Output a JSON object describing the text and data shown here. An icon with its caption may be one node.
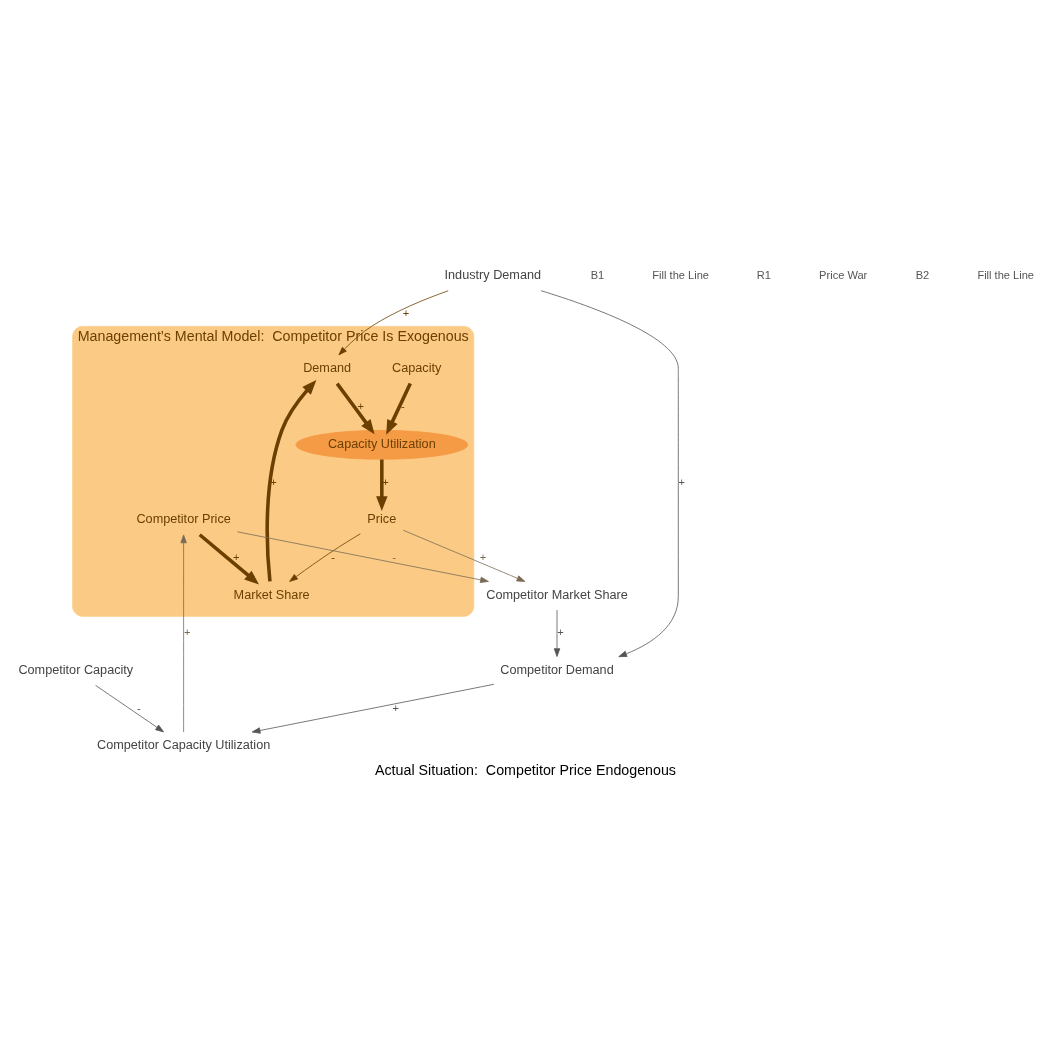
{
  "diagram": {
    "caption": "Actual Situation:  Competitor Price Endogenous",
    "nodes": [
      {
        "text": [
          "Management’s Mental Model:  Competitor Price Is Exogenous"
        ]
      },
      {
        "text": [
          "Demand"
        ],
        "in": 0
      },
      {
        "text": [
          "Capacity"
        ],
        "in": 0
      },
      {
        "text": [
          "Capacity Utilization"
        ],
        "in": 0
      },
      {
        "text": [
          "Market Share"
        ],
        "in": 0
      },
      {
        "text": [
          "Price"
        ],
        "in": 0
      },
      {
        "text": [
          "Competitor Price"
        ],
        "in": 0
      },
      {
        "text": [
          "Industry Demand"
        ]
      },
      {
        "text": [
          "Competitor Capacity"
        ]
      },
      {
        "text": [
          "Competitor Capacity Utilization"
        ]
      },
      {
        "text": [
          "Competitor Market Share"
        ]
      },
      {
        "text": [
          "Competitor Demand"
        ]
      }
    ],
    "edges": [
      {
        "from": 7,
        "to": 1,
        "arrow": "to",
        "label": "+"
      },
      {
        "from": 4,
        "to": 1,
        "arrow": "to",
        "label": "+",
        "style": "thick"
      },
      {
        "from": 1,
        "to": 3,
        "arrow": "to",
        "label": "+",
        "style": "thick"
      },
      {
        "from": 2,
        "to": 3,
        "arrow": "to",
        "label": "-",
        "style": "thick"
      },
      {
        "from": 3,
        "to": 5,
        "arrow": "to",
        "label": "+",
        "style": "thick"
      },
      {
        "from": 5,
        "to": 4,
        "arrow": "to",
        "label": "-"
      },
      {
        "from": 6,
        "to": 4,
        "arrow": "to",
        "label": "+",
        "style": "thick"
      },
      {
        "from": 5,
        "to": 10,
        "arrow": "to",
        "label": "+",
        "color": "#7a6a55"
      },
      {
        "from": 6,
        "to": 10,
        "arrow": "to",
        "label": "-",
        "color": "#7a6a55"
      },
      {
        "from": 10,
        "to": 11,
        "arrow": "to",
        "label": "+",
        "color": "#555555"
      },
      {
        "from": 7,
        "to": 11,
        "arrow": "to",
        "label": "+",
        "color": "#555555"
      },
      {
        "from": 11,
        "to": 9,
        "arrow": "to",
        "label": "+",
        "color": "#555555"
      },
      {
        "from": 8,
        "to": 9,
        "arrow": "to",
        "label": "-",
        "color": "#555555"
      },
      {
        "from": 9,
        "to": 6,
        "arrow": "to",
        "label": "+",
        "color": "#7a6a55"
      }
    ],
    "labels": [
      "B1",
      "Fill the Line",
      "R1",
      "Price War",
      "B2",
      "Fill the Line"
    ]
  }
}
